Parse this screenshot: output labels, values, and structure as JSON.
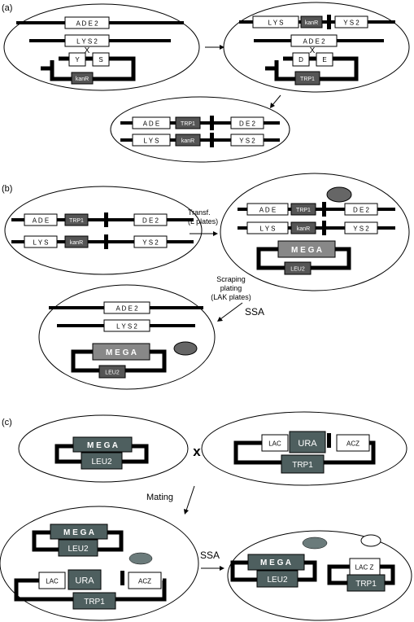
{
  "panels": {
    "a": {
      "label": "(a)"
    },
    "b": {
      "label": "(b)",
      "transf": "Transf.",
      "l_plates": "(L plates)",
      "scraping": "Scraping",
      "plating": "plating",
      "lak_plates": "(LAK plates)",
      "ssa": "SSA"
    },
    "c": {
      "label": "(c)",
      "cross": "x",
      "mating": "Mating",
      "ssa": "SSA"
    }
  },
  "genes": {
    "ade2": "A D E 2",
    "lys2": "L Y S 2",
    "ade": "A D E",
    "de2": "D E 2",
    "lys": "L Y S",
    "ys2": "Y S 2",
    "y": "Y",
    "s": "S",
    "d": "D",
    "e": "E",
    "kanr": "kanR",
    "trp1": "TRP1",
    "mega_spaced": "M E G A",
    "leu2": "LEU2",
    "lac": "LAC",
    "ura": "URA",
    "acz": "ACZ",
    "lacz": "LAC Z",
    "x": "X"
  },
  "colors": {
    "dark": "#555555",
    "medium": "#888888",
    "teal": "#4e5f5f"
  }
}
